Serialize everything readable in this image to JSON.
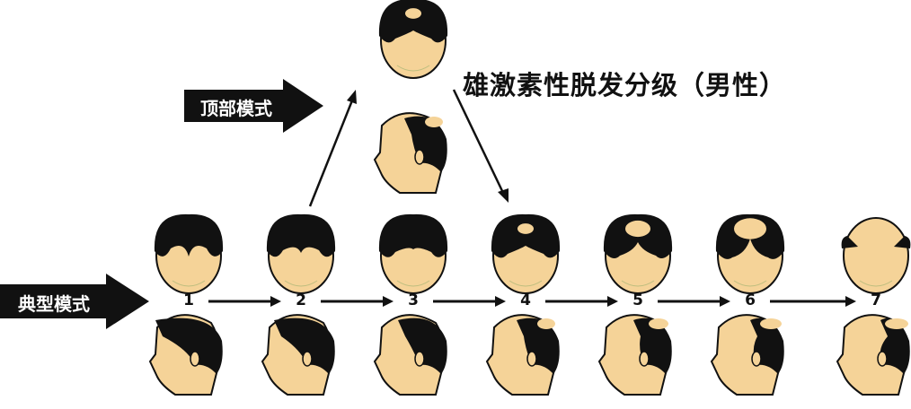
{
  "title": "雄激素性脱发分级（男性）",
  "vertex_pattern_label": "顶部模式",
  "typical_pattern_label": "典型模式",
  "stages": [
    "1",
    "2",
    "3",
    "4",
    "5",
    "6",
    "7"
  ],
  "colors": {
    "skin": "#f5d398",
    "hair": "#111111"
  }
}
